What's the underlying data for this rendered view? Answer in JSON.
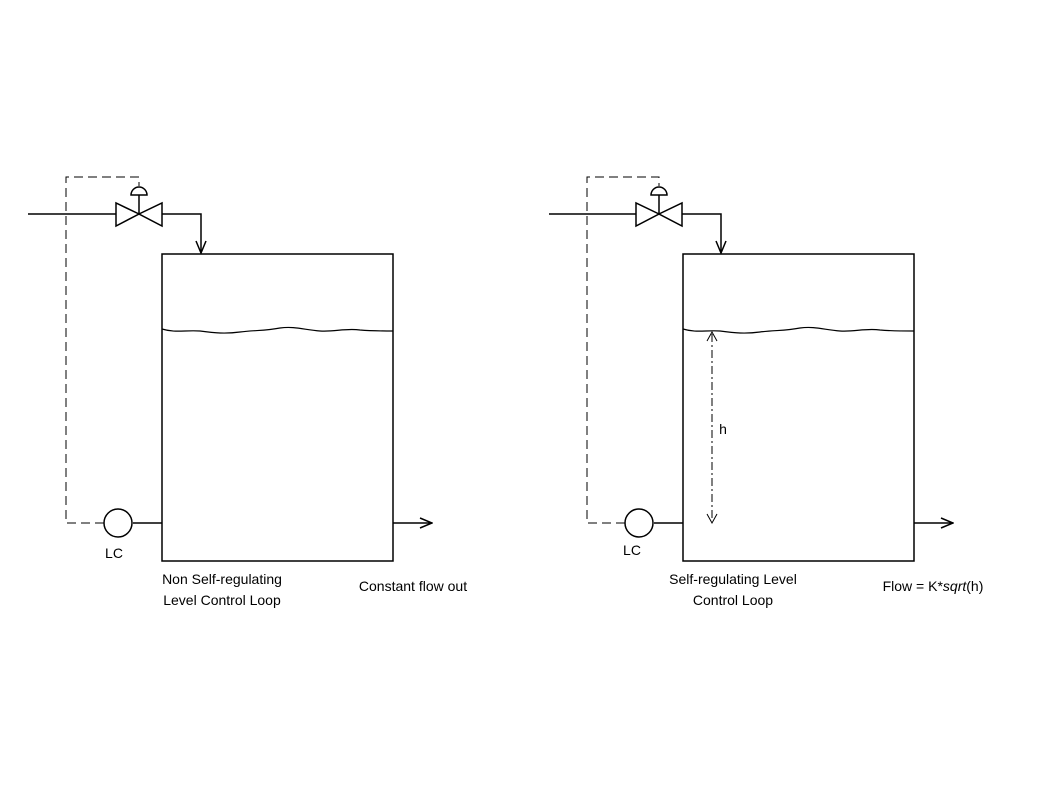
{
  "left_diagram": {
    "controller_tag": "LC",
    "caption_line1": "Non Self-regulating",
    "caption_line2": "Level Control Loop",
    "outflow_label": "Constant flow out"
  },
  "right_diagram": {
    "controller_tag": "LC",
    "caption_line1": "Self-regulating Level",
    "caption_line2": "Control Loop",
    "height_label": "h",
    "outflow_prefix": "Flow = K*",
    "outflow_func": "sqrt",
    "outflow_suffix": "(h)"
  }
}
